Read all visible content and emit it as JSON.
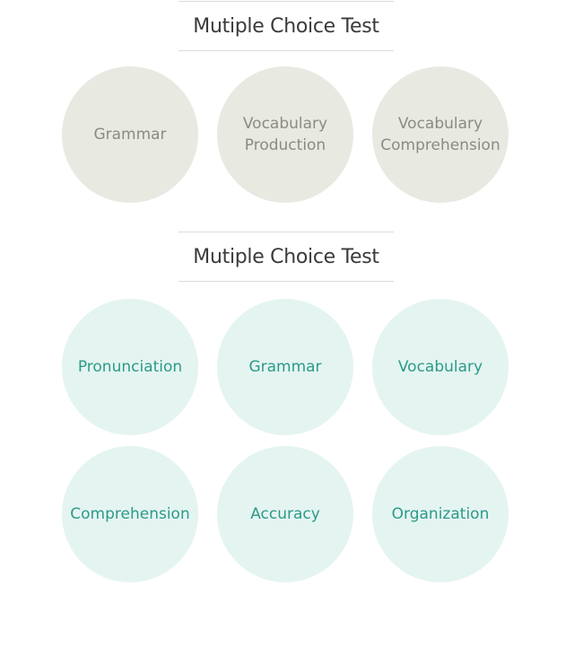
{
  "section1": {
    "title": "Mutiple Choice Test",
    "items": [
      {
        "lines": [
          "Grammar"
        ]
      },
      {
        "lines": [
          "Vocabulary",
          "Production"
        ]
      },
      {
        "lines": [
          "Vocabulary",
          "Comprehension"
        ]
      }
    ]
  },
  "section2": {
    "title": "Mutiple Choice Test",
    "items": [
      {
        "label": "Pronunciation"
      },
      {
        "label": "Grammar"
      },
      {
        "label": "Vocabulary"
      },
      {
        "label": "Comprehension"
      },
      {
        "label": "Accuracy"
      },
      {
        "label": "Organization"
      }
    ]
  },
  "colors": {
    "gray_circle": "#e8e9e1",
    "gray_text": "#8b8a84",
    "teal_circle": "#e4f4f1",
    "teal_text": "#2c9a89"
  }
}
